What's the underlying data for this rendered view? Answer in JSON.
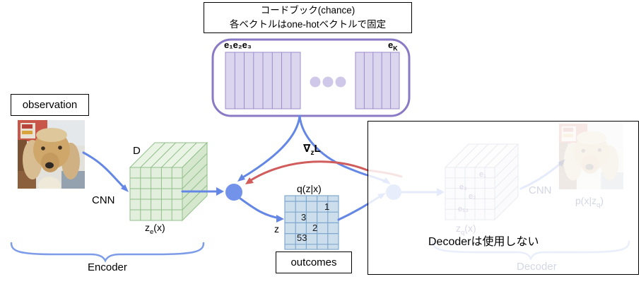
{
  "title_note": {
    "line1": "コードブック(chance)",
    "line2": "各ベクトルはone-hotベクトルで固定"
  },
  "codebook": {
    "e123": "e₁e₂e₃",
    "ek_base": "e",
    "ek_sub": "K"
  },
  "encoder": {
    "observation_label": "observation",
    "cnn_label": "CNN",
    "depth_label": "D",
    "zex_base": "z",
    "zex_sub": "e",
    "zex_rest": "(x)",
    "brace_label": "Encoder"
  },
  "middle": {
    "grad_base": "∇",
    "grad_sub": "z",
    "grad_rest": "L",
    "q_title": "q(z|x)",
    "z_label": "z",
    "outcomes_label": "outcomes",
    "grid_numbers": [
      {
        "v": "1"
      },
      {
        "v": "3"
      },
      {
        "v": "2"
      },
      {
        "v": "53"
      }
    ]
  },
  "decoder": {
    "note": "Decoderは使用しない",
    "cnn_label": "CNN",
    "e1": "e₁",
    "e3": "e₃",
    "e2": "e₂",
    "e53": "e₅₃",
    "zqx_base": "z",
    "zqx_sub": "q",
    "zqx_rest": "(x)",
    "pxzq_base": "p(x|z",
    "pxzq_sub": "q",
    "pxzq_rest": ")",
    "brace_label": "Decoder"
  },
  "colors": {
    "blue_arrow": "#6487e5",
    "blue_brace": "#7d9ce8",
    "red_arrow": "#d05c5c",
    "node_fill": "#7392e9",
    "codebook_border": "#8a79c5",
    "vector_fill": "#dbd5ee",
    "vector_stroke": "#9c8ccb",
    "dot_fill": "#cfc8e9",
    "cube_fill": "#e2efdc",
    "cube_top": "#eaf4e5",
    "cube_side": "#d5e8ce",
    "cube_stroke": "#92bf8a",
    "grid_fill": "#ccddec",
    "grid_stroke": "#7fa9cf"
  }
}
